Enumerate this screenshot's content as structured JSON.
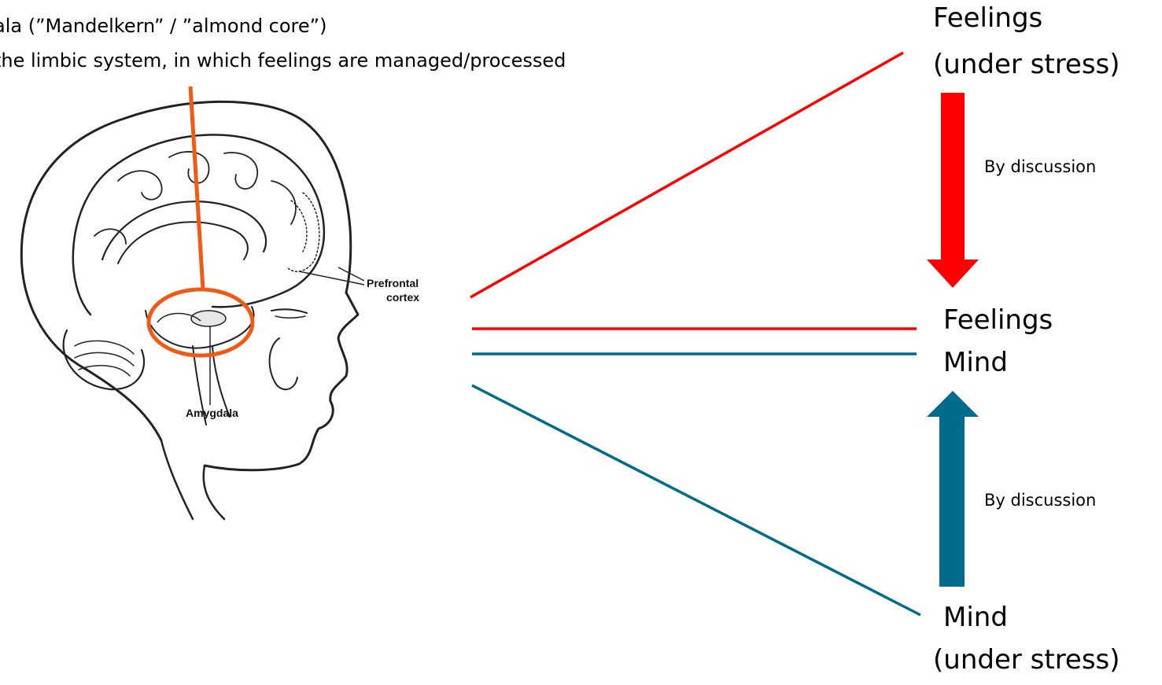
{
  "caption": {
    "line1": "ala (”Mandelkern” / ”almond core”)",
    "line2": "the limbic system, in which feelings are managed/processed"
  },
  "figure": {
    "prefrontal_label_line1": "Prefrontal",
    "prefrontal_label_line2": "cortex",
    "amygdala_label": "Amygdala"
  },
  "right": {
    "top_line1": "Feelings",
    "top_line2": "(under stress)",
    "middle_line1": "Feelings",
    "middle_line2": "Mind",
    "bottom_line1": "Mind",
    "bottom_line2": "(under stress)",
    "arrow_down_label": "By discussion",
    "arrow_up_label": "By discussion"
  },
  "colors": {
    "feelings": "#ff0000",
    "mind": "#006b8a",
    "highlight": "#f05a14"
  }
}
